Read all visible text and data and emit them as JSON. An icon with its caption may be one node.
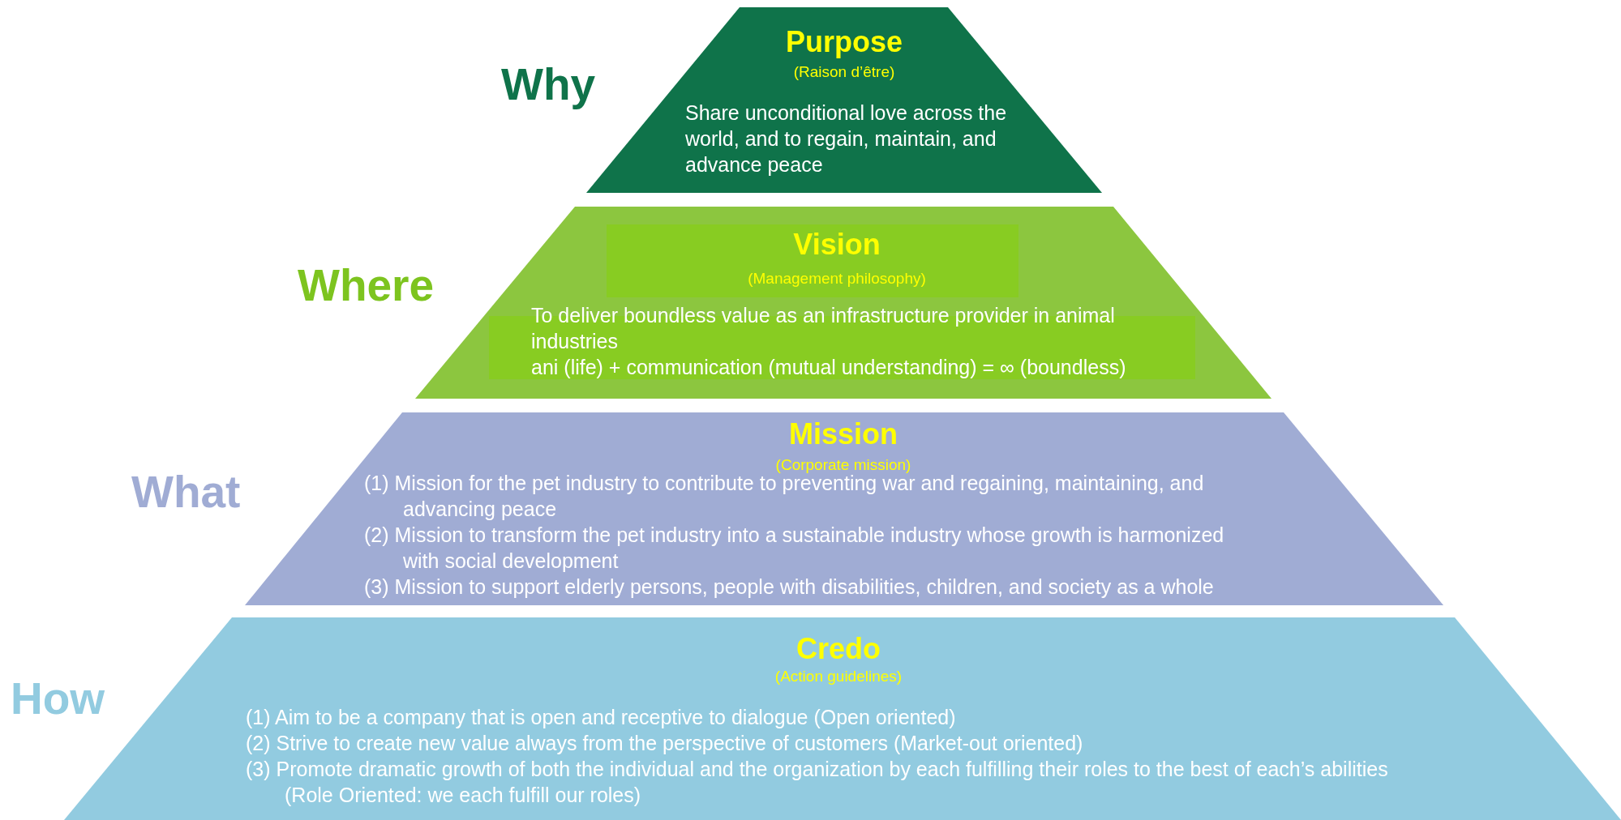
{
  "diagram": {
    "nodes": [
      {
        "text": [
          "Purpose",
          "(Raison d’être)",
          "Share unconditional love across the world, and to regain, maintain, and advance peace"
        ],
        "beside": [
          "Why"
        ]
      },
      {
        "text": [
          "Vision",
          "(Management philosophy)",
          "To deliver boundless value as an infrastructure provider in animal industries",
          "ani (life) + communication (mutual understanding) = ∞ (boundless)"
        ],
        "beside": [
          "Where"
        ]
      },
      {
        "text": [
          "Mission",
          "(Corporate mission)",
          "(1) Mission for the pet industry to contribute to preventing war and regaining, maintaining, and advancing peace",
          "(2) Mission to transform the pet industry into a sustainable industry whose growth is harmonized with social development",
          "(3) Mission to support elderly persons, people with disabilities, children, and society as a whole"
        ],
        "beside": [
          "What"
        ]
      },
      {
        "text": [
          "Credo",
          "(Action guidelines)",
          "(1) Aim to be a company that is open and receptive to dialogue (Open oriented)",
          "(2) Strive to create new value always from the perspective of customers (Market-out oriented)",
          "(3) Promote dramatic growth of both the individual and the organization by each fulfilling their roles to the best of each’s abilities (Role Oriented: we each fulfill our roles)"
        ],
        "beside": [
          "How"
        ]
      }
    ]
  }
}
